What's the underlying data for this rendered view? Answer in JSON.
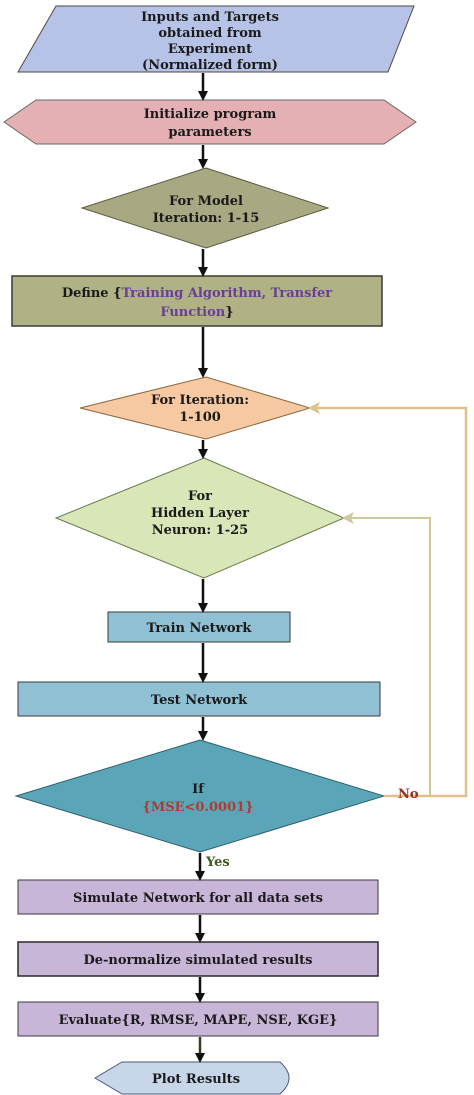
{
  "nodes": {
    "inputs": {
      "line1": "Inputs and Targets",
      "line2": "obtained from",
      "line3": "Experiment",
      "line4": "(Normalized form)",
      "fill": "#b7c3e6"
    },
    "init": {
      "line1": "Initialize program",
      "line2": "parameters",
      "fill": "#e4b0b3"
    },
    "model_loop": {
      "line1": "For Model",
      "line2": "Iteration: 1-15",
      "fill": "#a8a882"
    },
    "define": {
      "line1_a": "Define {",
      "line1_b": "Training Algorithm, Transfer",
      "line2_a": "Function",
      "line2_b": "}",
      "fill": "#b0b285"
    },
    "iter_loop": {
      "line1": "For Iteration:",
      "line2": "1-100",
      "fill": "#f6c9a2"
    },
    "hidden_loop": {
      "line1": "For",
      "line2": "Hidden Layer",
      "line3": "Neuron: 1-25",
      "fill": "#d9e6b8"
    },
    "train": {
      "label": "Train Network",
      "fill": "#8fc0d4"
    },
    "test": {
      "label": "Test Network",
      "fill": "#8fc0d4"
    },
    "condition": {
      "line1": "If",
      "line2": "{MSE<0.0001}",
      "fill": "#5aa6b8"
    },
    "simulate": {
      "label": "Simulate Network for all data sets",
      "fill": "#c8b6d8"
    },
    "denorm": {
      "label": "De-normalize simulated results",
      "fill": "#c8b6d8"
    },
    "evaluate": {
      "label": "Evaluate{R, RMSE, MAPE, NSE, KGE}",
      "fill": "#c8b6d8"
    },
    "plot": {
      "label": "Plot Results",
      "fill": "#c8d6ea"
    }
  },
  "edges": {
    "no_label": "No",
    "yes_label": "Yes",
    "feedback_color": "#e0c08a",
    "hidden_feedback_color": "#d0c79a",
    "arrow_color": "#111111"
  }
}
